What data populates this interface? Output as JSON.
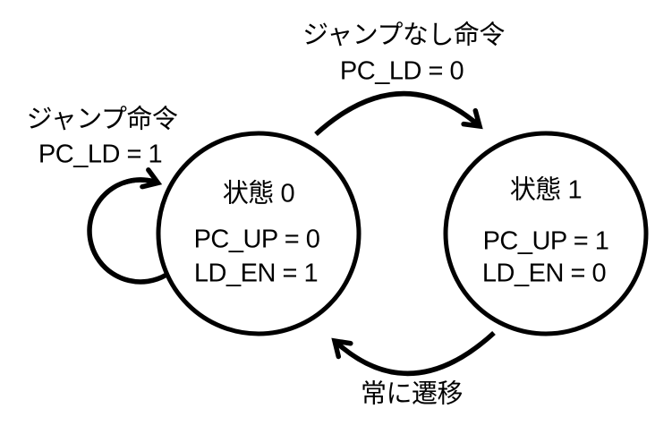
{
  "diagram": {
    "type": "state-machine",
    "states": [
      {
        "id": "state-0",
        "name": "状態 0",
        "outputs": [
          "PC_UP = 0",
          "LD_EN = 1"
        ]
      },
      {
        "id": "state-1",
        "name": "状態 1",
        "outputs": [
          "PC_UP = 1",
          "LD_EN = 0"
        ]
      }
    ],
    "transitions": [
      {
        "from": "state-0",
        "to": "state-1",
        "condition": "ジャンプなし命令",
        "action": "PC_LD = 0",
        "position": "top"
      },
      {
        "from": "state-0",
        "to": "state-0",
        "condition": "ジャンプ命令",
        "action": "PC_LD = 1",
        "position": "left-self-loop"
      },
      {
        "from": "state-1",
        "to": "state-0",
        "condition": "常に遷移",
        "action": "",
        "position": "bottom"
      }
    ],
    "colors": {
      "stroke": "#000000",
      "background": "#ffffff"
    }
  }
}
